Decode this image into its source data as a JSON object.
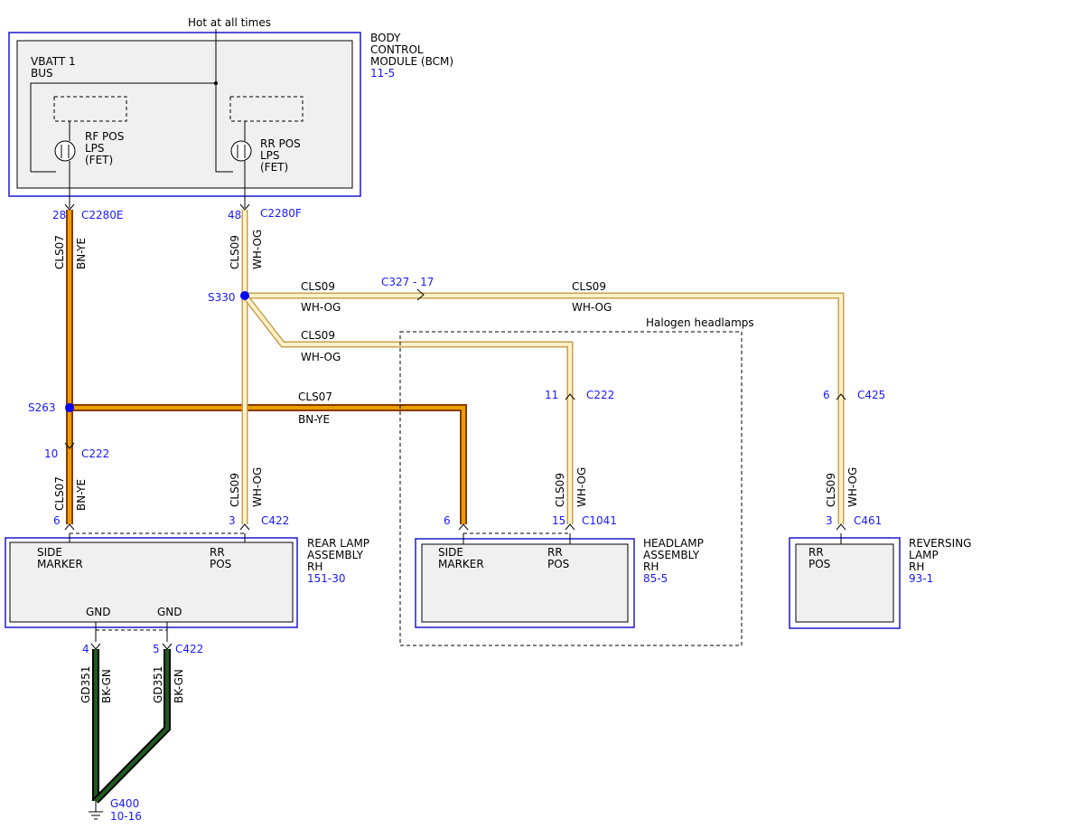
{
  "colors": {
    "module_border": "#1a1acc",
    "label_blue": "#1a1aff",
    "wire_wh_og_fill": "#fff1c8",
    "wire_wh_og_outline": "#c8a050",
    "wire_bn_ye_outer": "#8b3a00",
    "wire_bn_ye_core": "#e8a000",
    "wire_bk_gn_outer": "#000000",
    "wire_bk_gn_core": "#1f5a1f",
    "splice_dot": "#0000ff"
  },
  "bcm": {
    "top_note": "Hot at all times",
    "name_lines": [
      "BODY",
      "CONTROL",
      "MODULE (BCM)"
    ],
    "ref": "11-5",
    "bus_lines": [
      "VBATT 1",
      "BUS"
    ],
    "rf_driver_lines": [
      "RF POS",
      "LPS",
      "(FET)"
    ],
    "rr_driver_lines": [
      "RR POS",
      "LPS",
      "(FET)"
    ],
    "conn_e": {
      "pin": "28",
      "name": "C2280E"
    },
    "conn_f": {
      "pin": "48",
      "name": "C2280F"
    }
  },
  "splices": {
    "s330": "S330",
    "s263": "S263"
  },
  "circuits": {
    "cls07": "CLS07",
    "cls09": "CLS09",
    "gd351": "GD351"
  },
  "wire_colors": {
    "bn_ye": "BN-YE",
    "wh_og": "WH-OG",
    "bk_gn": "BK-GN"
  },
  "inline": {
    "c327": "C327",
    "c327_pin": "- 17",
    "c222_left": {
      "pin": "10",
      "name": "C222"
    },
    "c222_head": {
      "pin": "11",
      "name": "C222"
    },
    "c425": {
      "pin": "6",
      "name": "C425"
    }
  },
  "halogen_group": "Halogen headlamps",
  "rear_lamp": {
    "name_lines": [
      "REAR LAMP",
      "ASSEMBLY",
      "RH"
    ],
    "ref": "151-30",
    "side_marker_lines": [
      "SIDE",
      "MARKER"
    ],
    "rr_pos_lines": [
      "RR",
      "POS"
    ],
    "pin_side": "6",
    "pin_pos": "3",
    "connector": "C422",
    "gnd_left": "GND",
    "gnd_right": "GND",
    "gnd_pin_a": "4",
    "gnd_pin_b": "5",
    "gnd_connector": "C422"
  },
  "headlamp": {
    "name_lines": [
      "HEADLAMP",
      "ASSEMBLY",
      "RH"
    ],
    "ref": "85-5",
    "side_marker_lines": [
      "SIDE",
      "MARKER"
    ],
    "rr_pos_lines": [
      "RR",
      "POS"
    ],
    "pin_side": "6",
    "pin_pos": "15",
    "connector": "C1041"
  },
  "reversing": {
    "name_lines": [
      "REVERSING",
      "LAMP",
      "RH"
    ],
    "ref": "93-1",
    "rr_pos_lines": [
      "RR",
      "POS"
    ],
    "pin": "3",
    "connector": "C461"
  },
  "ground": {
    "name": "G400",
    "ref": "10-16"
  }
}
